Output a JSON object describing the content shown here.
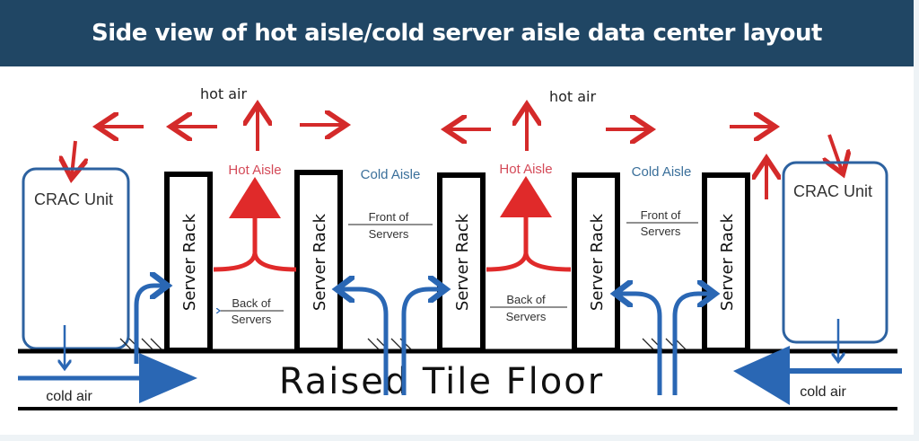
{
  "header": {
    "title": "Side view of hot aisle/cold server aisle data center layout"
  },
  "colors": {
    "header_bg": "#204664",
    "hot": "#d42a2a",
    "cold": "#2a67b4",
    "crac_border": "#2d62a0",
    "cold_aisle_text": "#3a6f9a",
    "hot_aisle_text": "#d44a58",
    "rack": "#000000"
  },
  "diagram": {
    "hot_air_labels": [
      "hot air",
      "hot air"
    ],
    "crac_units": [
      {
        "label": "CRAC Unit",
        "side": "left"
      },
      {
        "label": "CRAC Unit",
        "side": "right"
      }
    ],
    "hot_aisles": [
      "Hot Aisle",
      "Hot Aisle"
    ],
    "cold_aisles": [
      "Cold Aisle",
      "Cold Aisle"
    ],
    "server_racks": [
      "Server Rack",
      "Server Rack",
      "Server Rack",
      "Server Rack",
      "Server Rack"
    ],
    "back_of_servers": [
      {
        "line1": "Back of",
        "line2": "Servers"
      },
      {
        "line1": "Back of",
        "line2": "Servers"
      }
    ],
    "front_of_servers": [
      {
        "line1": "Front of",
        "line2": "Servers"
      },
      {
        "line1": "Front of",
        "line2": "Servers"
      }
    ],
    "floor_label": "Raised Tile Floor",
    "cold_air_labels": [
      "cold air",
      "cold air"
    ]
  }
}
